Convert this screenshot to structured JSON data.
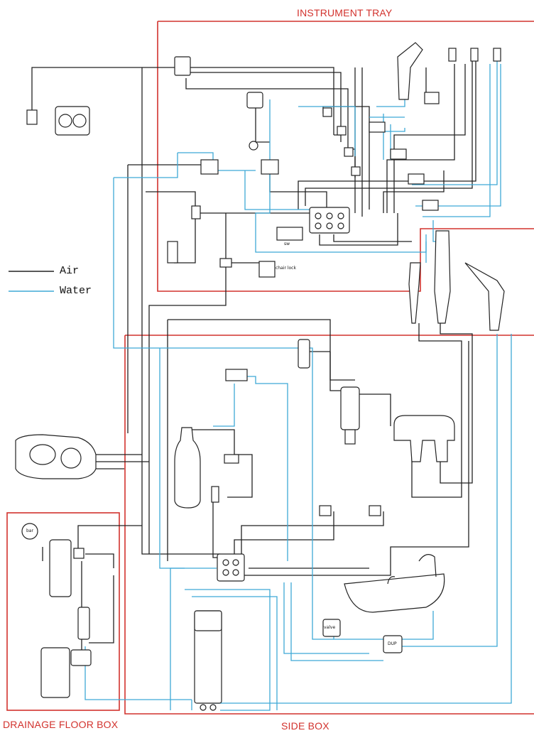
{
  "labels": {
    "instrument_tray": "INSTRUMENT TRAY",
    "side_box": "SIDE BOX",
    "drainage_floor_box": "DRAINAGE FLOOR BOX"
  },
  "legend": {
    "air": "Air",
    "water": "Water"
  },
  "component_labels": {
    "chair_lock": "chair lock",
    "switch": "sw",
    "gauge": "bar",
    "valve_1": "valve",
    "valve_2": "DUP"
  },
  "colors": {
    "air": "#222222",
    "water": "#3ea9d6",
    "box_outline": "#d2322d"
  }
}
